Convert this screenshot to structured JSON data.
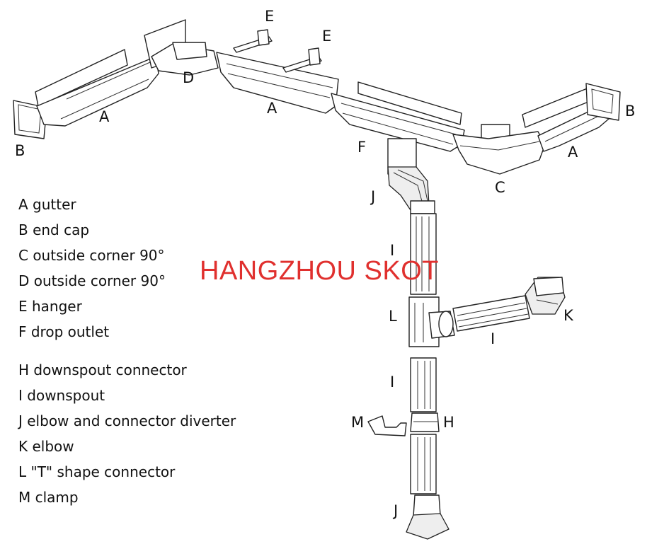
{
  "watermark": {
    "text": "HANGZHOU SKOT",
    "color": "#e0302e"
  },
  "callouts": {
    "a1": "A",
    "a2": "A",
    "a3": "A",
    "b1": "B",
    "b2": "B",
    "c": "C",
    "d": "D",
    "e1": "E",
    "e2": "E",
    "f": "F",
    "h": "H",
    "i1": "I",
    "i2": "I",
    "i3": "I",
    "j1": "J",
    "j2": "J",
    "k": "K",
    "l": "L",
    "m": "M"
  },
  "legend": [
    "A gutter",
    "B end cap",
    "C outside corner 90°",
    "D outside corner 90°",
    "E hanger",
    "F drop outlet",
    "H downspout connector",
    "I  downspout",
    "J  elbow and connector diverter",
    "K elbow",
    "L  \"T\" shape connector",
    "M  clamp"
  ]
}
